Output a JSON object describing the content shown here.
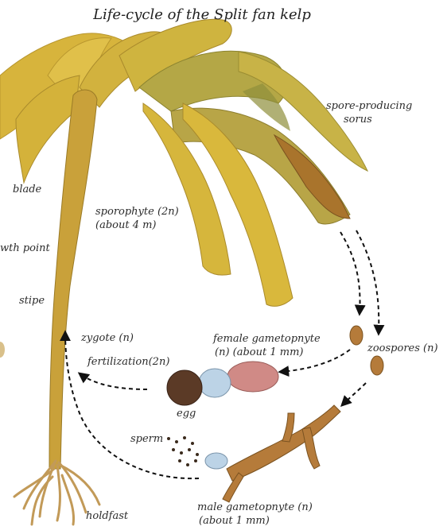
{
  "title": "Life-cycle of the Split fan kelp",
  "labels": {
    "spore_sorus_1": "spore-producing",
    "spore_sorus_2": "sorus",
    "blade": "blade",
    "sporophyte_1": "sporophyte (2n)",
    "sporophyte_2": "(about 4 m)",
    "growth_point": "wth point",
    "stipe": "stipe",
    "zygote": "zygote (n)",
    "fertilization": "fertilization(2n)",
    "female_1": "female gametopnyte",
    "female_2": "(n) (about 1 mm)",
    "zoospores": "zoospores (n)",
    "egg": "egg",
    "sperm": "sperm",
    "male_1": "male gametopnyte (n)",
    "male_2": "(about 1 mm)",
    "holdfast": "holdfast"
  },
  "colors": {
    "blade_yellow": "#d9b73a",
    "blade_green": "#a7a24a",
    "stipe": "#c9a13a",
    "sorus_brown": "#a9742c",
    "cell_brown": "#b57b3a",
    "egg_dark": "#5b3a26",
    "light_blue": "#bcd3e6",
    "pink": "#d08a86",
    "arrow": "#111111"
  }
}
